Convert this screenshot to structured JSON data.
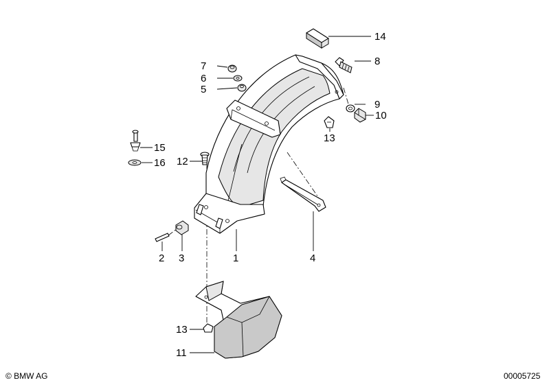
{
  "callouts": [
    {
      "id": "c1",
      "label": "1"
    },
    {
      "id": "c2",
      "label": "2"
    },
    {
      "id": "c3",
      "label": "3"
    },
    {
      "id": "c4",
      "label": "4"
    },
    {
      "id": "c5",
      "label": "5"
    },
    {
      "id": "c6",
      "label": "6"
    },
    {
      "id": "c7",
      "label": "7"
    },
    {
      "id": "c8",
      "label": "8"
    },
    {
      "id": "c9",
      "label": "9"
    },
    {
      "id": "c10",
      "label": "10"
    },
    {
      "id": "c11",
      "label": "11"
    },
    {
      "id": "c12",
      "label": "12"
    },
    {
      "id": "c13a",
      "label": "13"
    },
    {
      "id": "c13b",
      "label": "13"
    },
    {
      "id": "c14",
      "label": "14"
    },
    {
      "id": "c15",
      "label": "15"
    },
    {
      "id": "c16",
      "label": "16"
    }
  ],
  "footer": {
    "copyright": "© BMW AG",
    "diagram_number": "00005725"
  }
}
